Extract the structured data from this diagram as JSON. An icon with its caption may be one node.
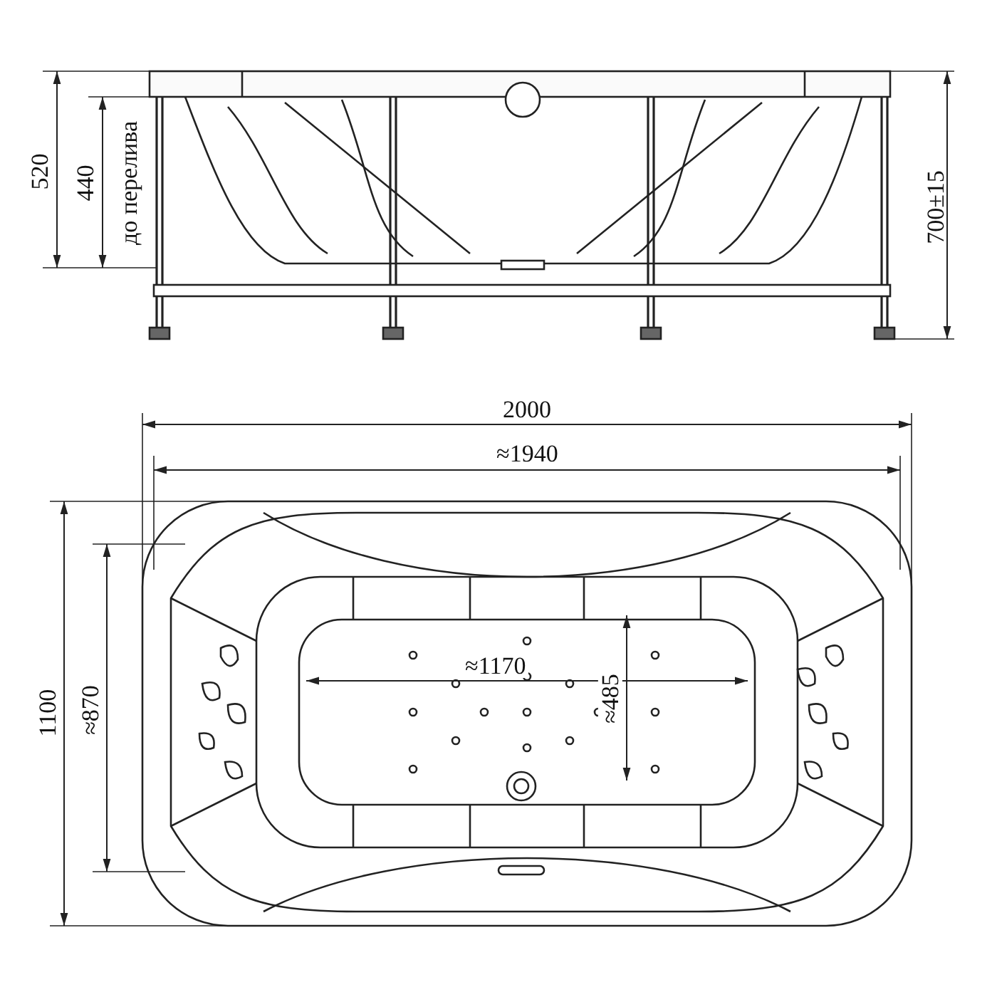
{
  "diagram": {
    "labels": [
      "520",
      "440",
      "до перелива",
      "700±15",
      "2000",
      "≈1940",
      "1100",
      "≈870",
      "≈1170",
      "≈485"
    ]
  }
}
